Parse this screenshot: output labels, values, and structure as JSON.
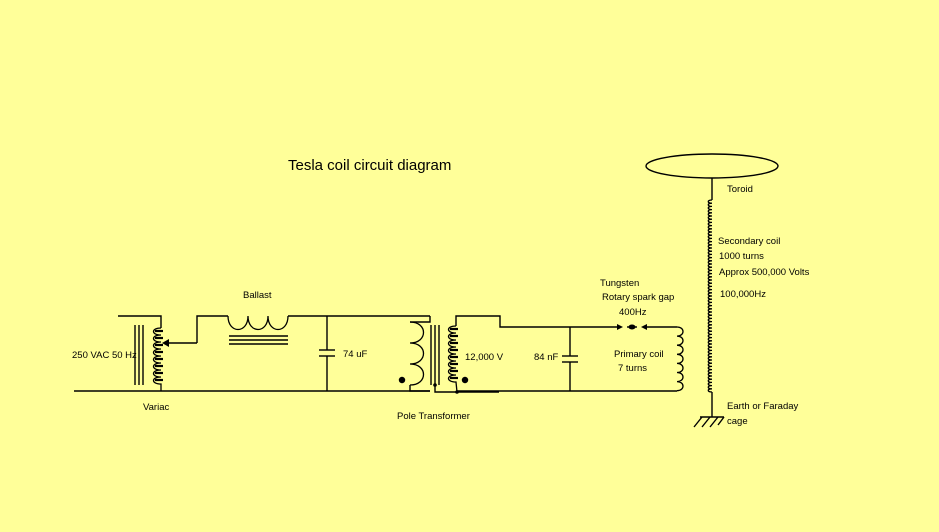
{
  "title": "Tesla coil circuit diagram",
  "background_color": "#FFFF99",
  "line_color": "#000000",
  "components": {
    "source": {
      "label": "250 VAC 50 Hz"
    },
    "variac": {
      "label": "Variac"
    },
    "ballast": {
      "label": "Ballast"
    },
    "tank_capacitor_1": {
      "label": "74 uF"
    },
    "pole_transformer": {
      "label": "Pole Transformer",
      "secondary_voltage": "12,000 V"
    },
    "tank_capacitor_2": {
      "label": "84 nF"
    },
    "spark_gap": {
      "label_line1": "Tungsten",
      "label_line2": "Rotary spark gap",
      "frequency": "400Hz"
    },
    "primary_coil": {
      "label": "Primary coil",
      "turns": "7 turns"
    },
    "toroid": {
      "label": "Toroid"
    },
    "secondary_coil": {
      "label": "Secondary coil",
      "turns": "1000 turns",
      "voltage": "Approx 500,000 Volts",
      "frequency": "100,000Hz"
    },
    "ground": {
      "label_line1": "Earth or Faraday",
      "label_line2": "cage"
    }
  }
}
